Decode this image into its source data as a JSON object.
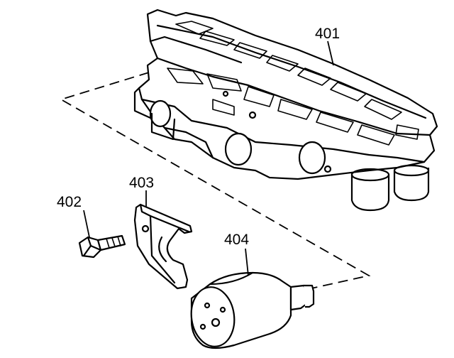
{
  "callouts": {
    "valve_body": "401",
    "bolt": "402",
    "bracket": "403",
    "solenoid": "404"
  }
}
